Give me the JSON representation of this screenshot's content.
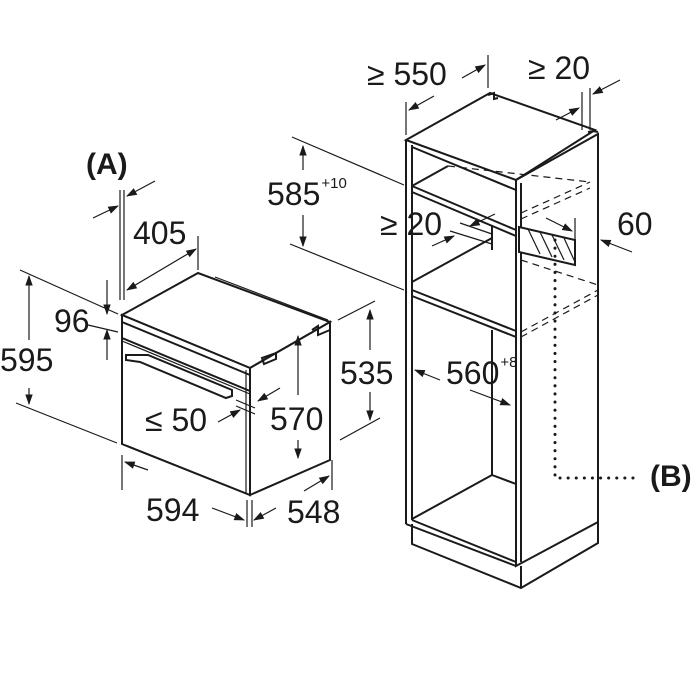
{
  "diagram": {
    "title": "Built-in oven installation dimensions",
    "colors": {
      "line": "#1a1a1a",
      "background": "#ffffff"
    },
    "callouts": {
      "A": "(A)",
      "B": "(B)"
    },
    "oven": {
      "depth_panel": "405",
      "control_panel_height": "96",
      "total_height": "595",
      "height_side": "535",
      "inner_height": "570",
      "door_gap": "≤ 50",
      "width": "594",
      "depth": "548"
    },
    "cabinet": {
      "min_depth": "≥ 550",
      "min_back_gap": "≥ 20",
      "niche_height": "585",
      "niche_height_tolerance": "+10",
      "shelf_gap": "≥ 20",
      "vent_depth": "60",
      "niche_width": "560",
      "niche_width_tolerance": "+8"
    }
  }
}
